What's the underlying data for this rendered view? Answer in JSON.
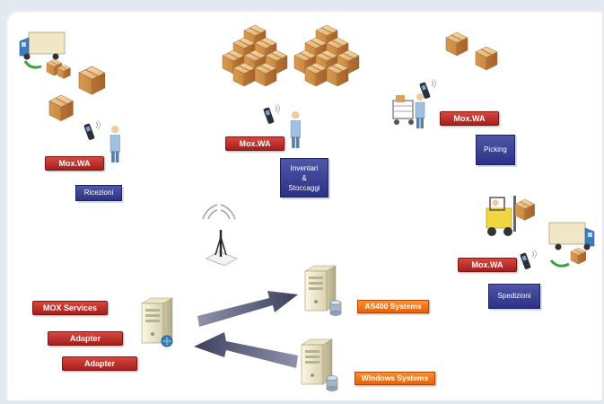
{
  "areas": {
    "receiving": {
      "device": "Mox.WA",
      "task": "Ricezioni"
    },
    "inventory": {
      "device": "Mox.WA",
      "task_lines": [
        "Inventari",
        "&",
        "Stoccaggi"
      ]
    },
    "picking": {
      "device": "Mox.WA",
      "task": "Picking"
    },
    "shipping": {
      "device": "Mox.WA",
      "task": "Spedizioni"
    }
  },
  "server": {
    "services": "MOX Services",
    "adapter_1": "Adapter",
    "adapter_2": "Adapter"
  },
  "systems": {
    "as400": "AS400 Systems",
    "windows": "Windows Systems"
  },
  "colors": {
    "label_red": "#b8302b",
    "label_blue": "#363c90",
    "label_orange": "#f07a1f",
    "arrow": "#4a4d66"
  },
  "icons": [
    "truck-icon",
    "box-icon",
    "handheld-scanner-icon",
    "worker-icon",
    "boxes-pile-icon",
    "cart-worker-icon",
    "forklift-icon",
    "wifi-antenna-icon",
    "server-icon",
    "database-icon",
    "arrow-icon"
  ]
}
